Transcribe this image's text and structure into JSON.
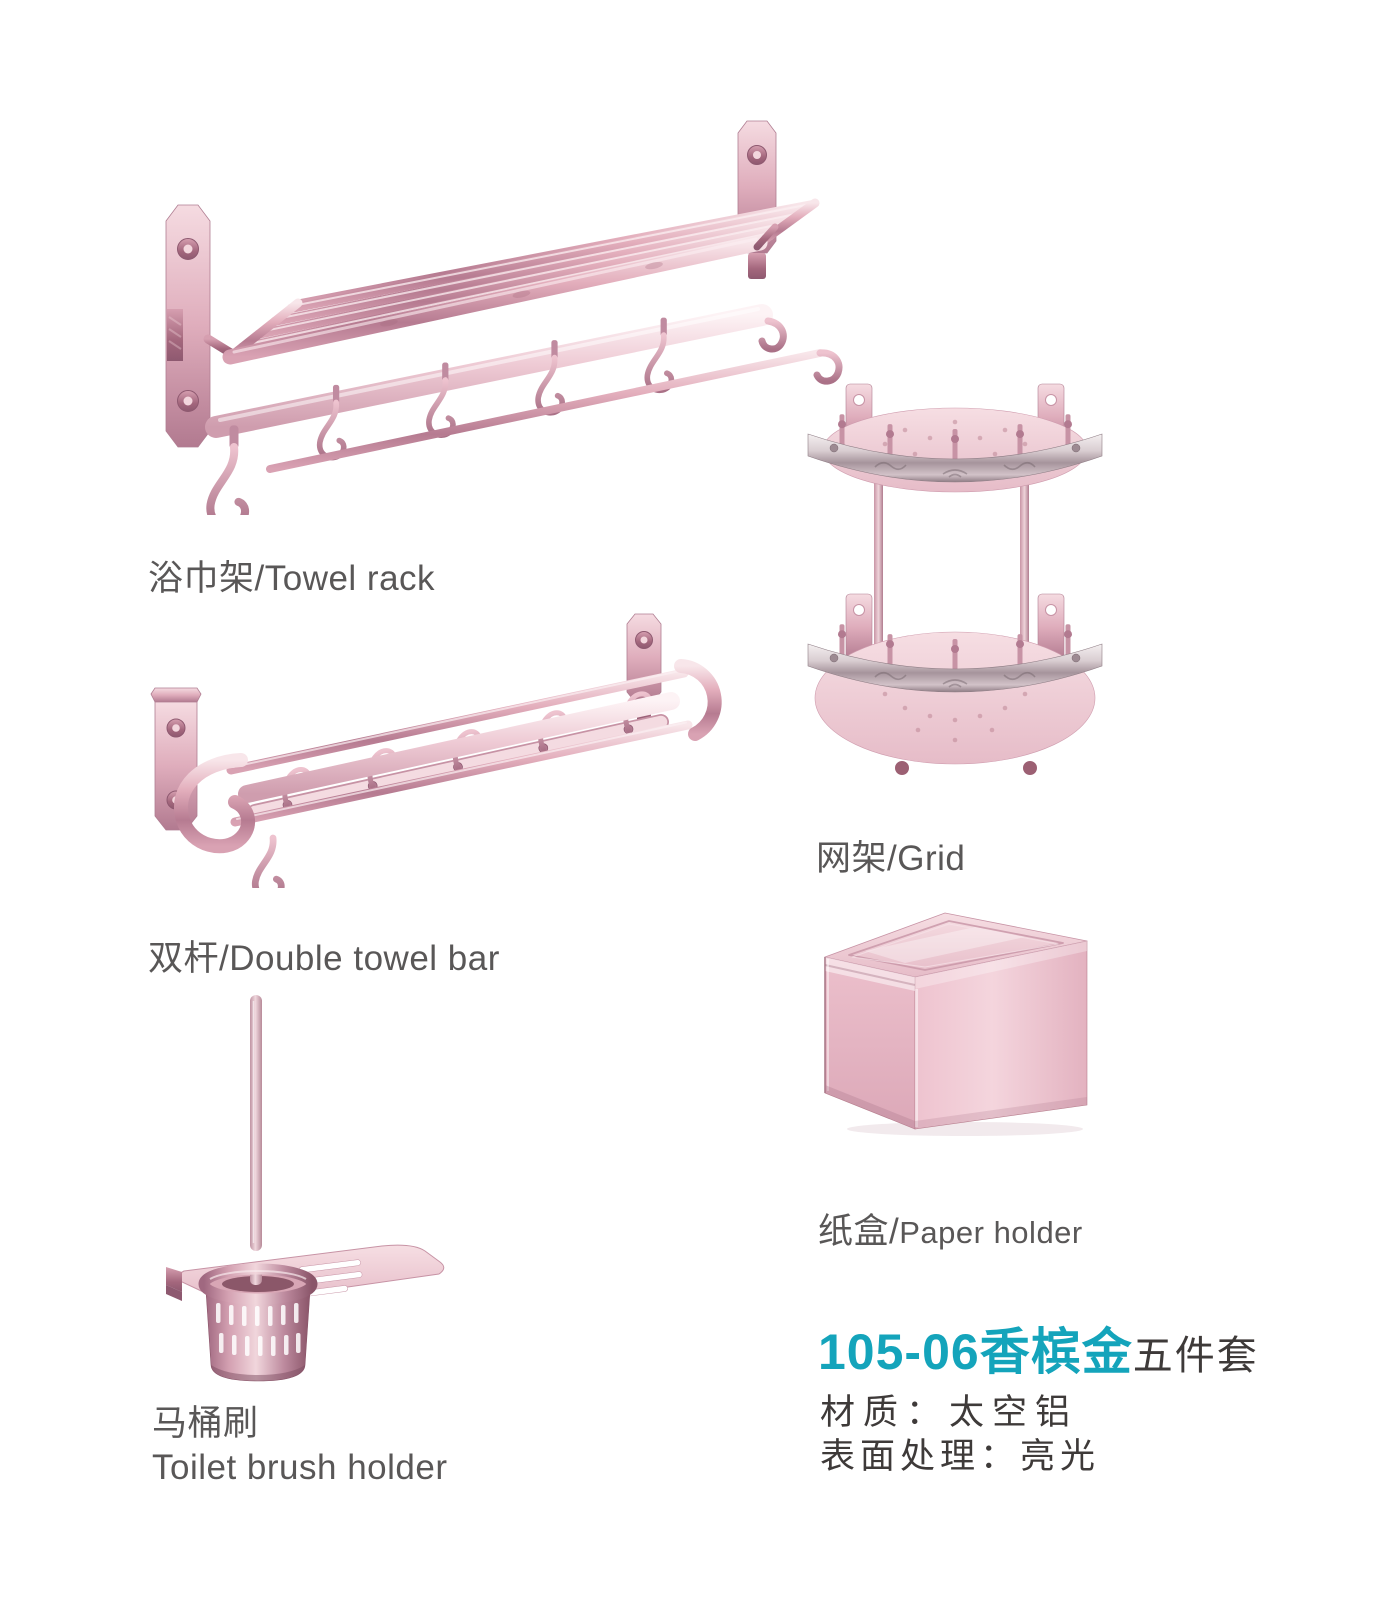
{
  "page": {
    "background": "#ffffff"
  },
  "colors": {
    "accent_teal": "#14a4bb",
    "label_grey": "#595757",
    "info_dark": "#3e3a39",
    "metal_rose_light": "#f6dde3",
    "metal_rose_mid": "#dca6b6",
    "metal_rose_dark": "#a4677d"
  },
  "products": [
    {
      "key": "towel-rack",
      "label": "浴巾架/Towel rack"
    },
    {
      "key": "double-towel-bar",
      "label": "双杆/Double towel bar"
    },
    {
      "key": "toilet-brush-holder",
      "label_zh": "马桶刷",
      "label_en": "Toilet brush holder"
    },
    {
      "key": "grid",
      "label": "网架/Grid"
    },
    {
      "key": "paper-holder",
      "label_zh": "纸盒/",
      "label_en": "Paper holder"
    }
  ],
  "set_info": {
    "model_color": "105-06香槟金",
    "set_count": "五件套",
    "material": "材质：太空铝",
    "surface": "表面处理：亮光"
  }
}
